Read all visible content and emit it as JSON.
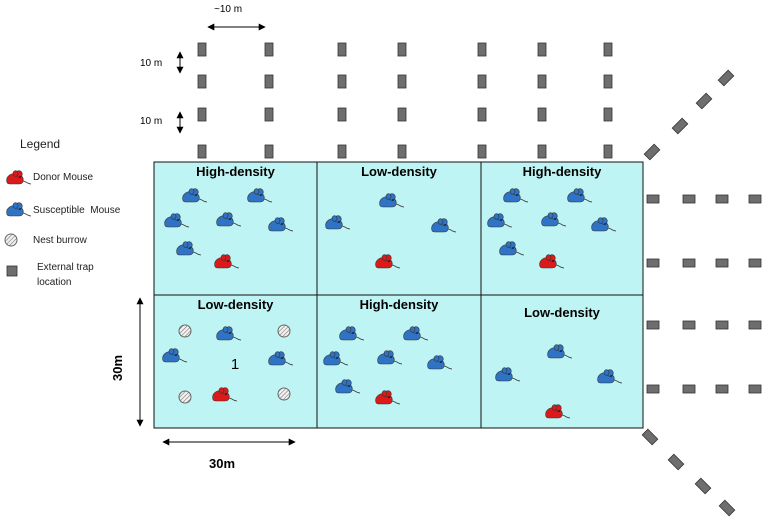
{
  "legend": {
    "title": "Legend",
    "items": [
      {
        "label": "Donor Mouse",
        "icon": "red-mouse-icon"
      },
      {
        "label": "Susceptible  Mouse",
        "icon": "blue-mouse-icon"
      },
      {
        "label": "Nest burrow",
        "icon": "nest-burrow-icon"
      },
      {
        "label": "External trap location",
        "line1": "External trap",
        "line2": "location",
        "icon": "trap-icon"
      }
    ]
  },
  "dimensions": {
    "spacing_h": "~10 m",
    "spacing_v1": "10 m",
    "spacing_v2": "10 m",
    "enclosure_height": "30m",
    "enclosure_width": "30m"
  },
  "enclosures": [
    {
      "label": "High-density",
      "donors": 1,
      "susceptible": 6
    },
    {
      "label": "Low-density",
      "donors": 1,
      "susceptible": 3
    },
    {
      "label": "High-density",
      "donors": 1,
      "susceptible": 6
    },
    {
      "label": "Low-density",
      "donors": 1,
      "susceptible": 3,
      "nest_burrows": 4,
      "number": "1"
    },
    {
      "label": "High-density",
      "donors": 1,
      "susceptible": 6
    },
    {
      "label": "Low-density",
      "donors": 1,
      "susceptible": 3
    }
  ],
  "colors": {
    "enclosure_fill": "#bff4f4",
    "donor_mouse": "#dd1a1a",
    "susceptible_mouse": "#2f73c4",
    "trap": "#6e6e6e"
  }
}
